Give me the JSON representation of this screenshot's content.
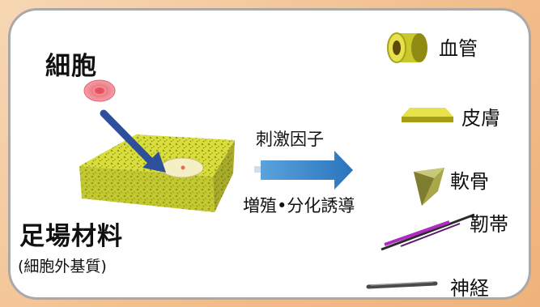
{
  "cell_label": "細胞",
  "scaffold_label": "足場材料",
  "scaffold_sublabel": "(細胞外基質)",
  "stimulus_label": "刺激因子",
  "process_label": "増殖•分化誘導",
  "tissues": [
    "血管",
    "皮膚",
    "軟骨",
    "靭帯",
    "神経"
  ],
  "icons": [
    "cell-icon",
    "scaffold-sponge-icon",
    "blood-vessel-icon",
    "skin-icon",
    "cartilage-icon",
    "ligament-icon",
    "nerve-icon",
    "arrow-icon"
  ],
  "colors": {
    "background": "#f2be8d",
    "panel_border": "#a9a9a9",
    "sponge": "#d8dd3a",
    "cell": "#ef7d87",
    "arrow": "#2f7fc4",
    "seeding_arrow": "#2d4f9c",
    "ligament": "#b02cc0"
  }
}
